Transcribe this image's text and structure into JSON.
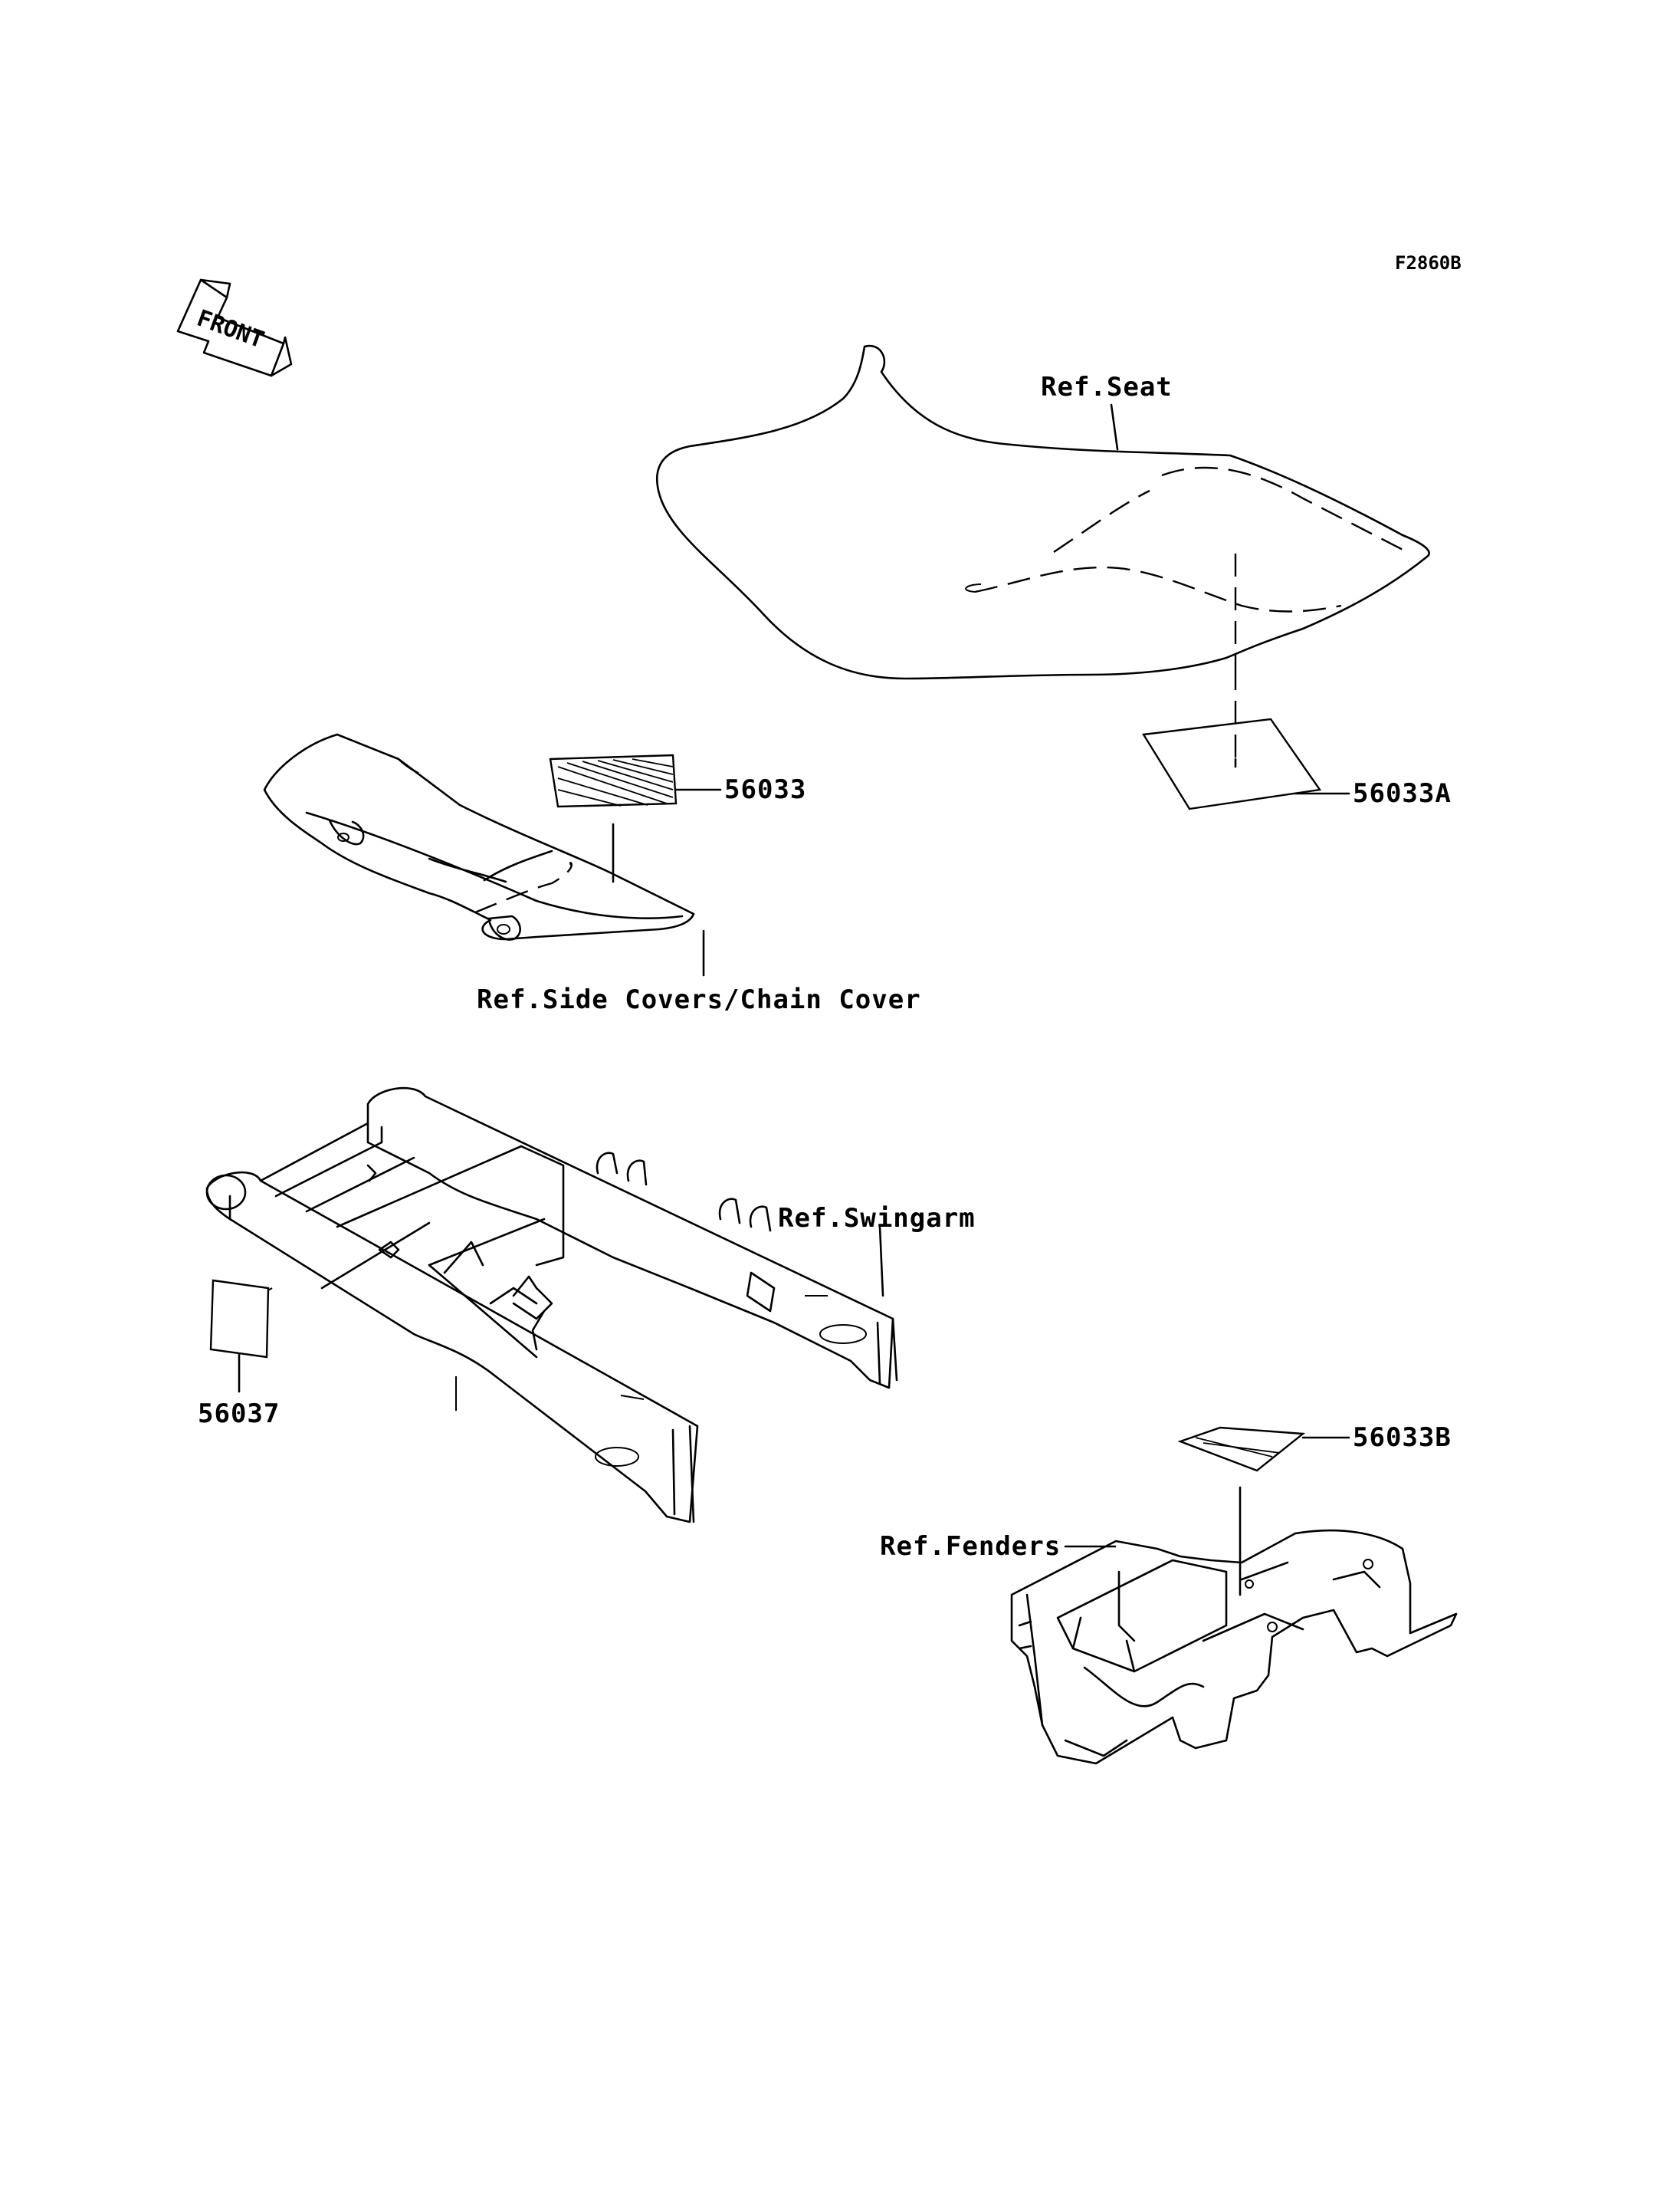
{
  "figure_code": "F2860B",
  "front_arrow": {
    "label": "FRONT",
    "icon": "front-direction-arrow-icon"
  },
  "callouts": {
    "ref_seat": "Ref.Seat",
    "part_56033": "56033",
    "part_56033A": "56033A",
    "ref_side_covers": "Ref.Side Covers/Chain Cover",
    "ref_swingarm": "Ref.Swingarm",
    "part_56037": "56037",
    "part_56033B": "56033B",
    "ref_fenders": "Ref.Fenders"
  },
  "parts": {
    "seat": "seat-outline",
    "chain_cover": "chain-cover-outline",
    "swingarm": "swingarm-outline",
    "rear_fender": "rear-fender-outline"
  },
  "colors": {
    "ink": "#000000",
    "paper": "#ffffff"
  }
}
